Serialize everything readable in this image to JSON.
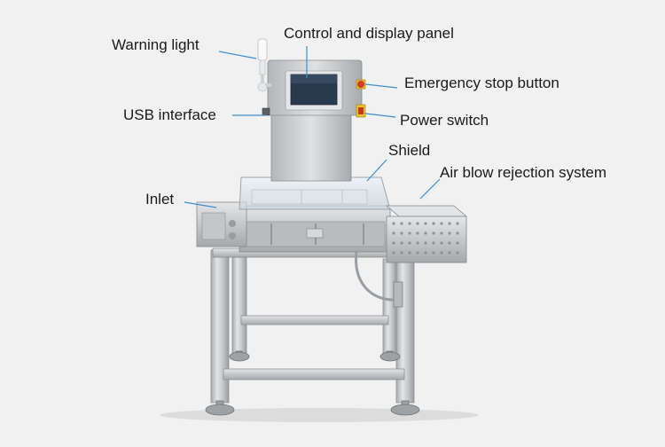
{
  "labels": {
    "warning_light": "Warning light",
    "control_panel": "Control and display panel",
    "emergency_stop": "Emergency stop button",
    "usb_interface": "USB interface",
    "power_switch": "Power switch",
    "shield": "Shield",
    "air_blow": "Air blow rejection system",
    "inlet": "Inlet"
  },
  "colors": {
    "leader_line": "#3a8fd0",
    "steel": "#c9cbcd",
    "screen": "#2a3a4e"
  }
}
